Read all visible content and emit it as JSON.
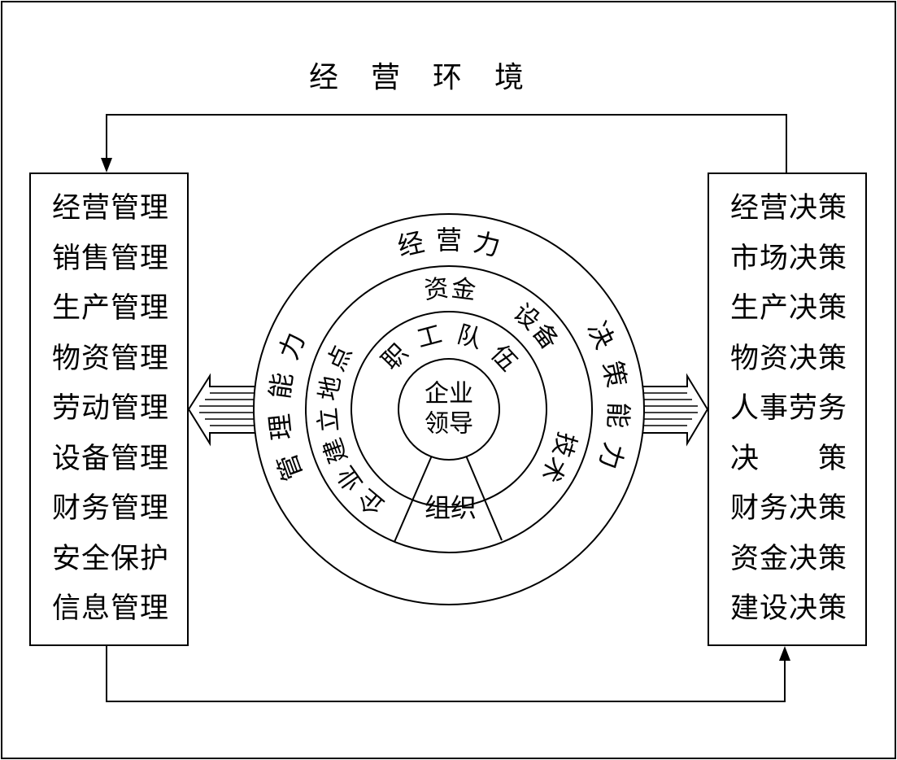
{
  "environment": {
    "title": "经营环境"
  },
  "management": {
    "items": [
      "经营管理",
      "销售管理",
      "生产管理",
      "物资管理",
      "劳动管理",
      "设备管理",
      "财务管理",
      "安全保护",
      "信息管理"
    ]
  },
  "decisions": {
    "items": [
      "经营决策",
      "市场决策",
      "生产决策",
      "物资决策",
      "人事劳务",
      "决策",
      "财务决策",
      "资金决策",
      "建设决策"
    ]
  },
  "circle": {
    "outer_top": "经营力",
    "outer_left": "管理能力",
    "outer_right": "决策能力",
    "ring2_top": "资金",
    "ring2_left": "企业建立地点",
    "ring2_right_top": "设备",
    "ring2_right_bottom": "技术",
    "ring3": "职工队伍",
    "core_line1": "企业",
    "core_line2": "领导",
    "organization": "组织"
  }
}
